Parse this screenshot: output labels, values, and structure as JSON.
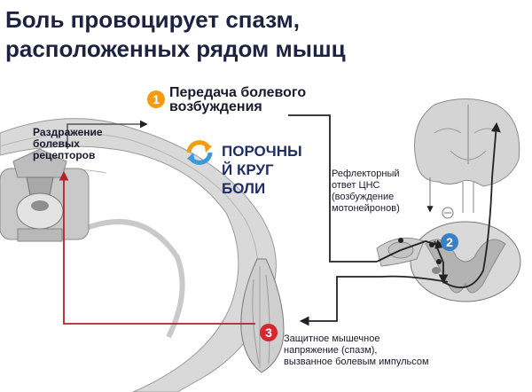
{
  "title": [
    "Боль провоцирует спазм,",
    "расположенных рядом мышц"
  ],
  "steps": [
    {
      "number": "1",
      "text": "Передача болевого\nвозбуждения",
      "color": "#f39c12"
    },
    {
      "number": "2",
      "text": "Рефлекторный\nответ ЦНС\n(возбуждение\nмотонейронов)",
      "color": "#3b7fc4"
    },
    {
      "number": "3",
      "text": "Защитное мышечное\nнапряжение (спазм),\nвызванное болевым импульсом",
      "color": "#d8262e"
    }
  ],
  "receptor_label": "Раздражение\nболевых\nрецепторов",
  "vicious_circle": {
    "text": "ПОРОЧНЫ\nЙ КРУГ\nБОЛИ",
    "icon": "cycle-arrows-icon",
    "colors": [
      "#f39c12",
      "#3b9ad9"
    ]
  },
  "colors": {
    "pathway": "#222222",
    "return_arrow": "#b0232a",
    "tissue": "#d6d6d6",
    "title": "#1c2340"
  }
}
